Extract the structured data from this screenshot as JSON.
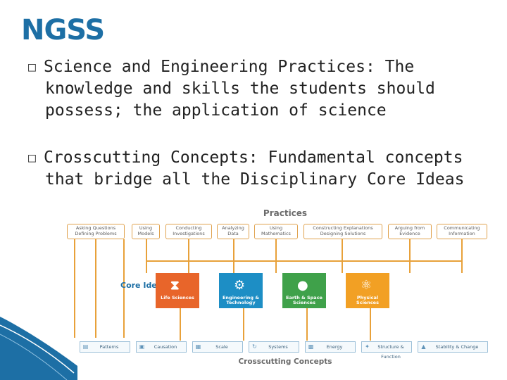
{
  "title": "NGSS",
  "bullets": [
    {
      "mark": "□",
      "text": "Science and Engineering Practices: The knowledge and skills the students should possess; the application of science"
    },
    {
      "mark": "□",
      "text": "Crosscutting Concepts: Fundamental concepts that bridge all the Disciplinary Core Ideas"
    }
  ],
  "infographic": {
    "practices_title": "Practices",
    "practices": [
      "Asking Questions Defining Problems",
      "Using Models",
      "Conducting Investigations",
      "Analyzing Data",
      "Using Mathematics",
      "Constructing Explanations Designing Solutions",
      "Arguing from Evidence",
      "Communicating Information"
    ],
    "core_label": "Core Ideas",
    "core_ideas": [
      {
        "label": "Life Sciences",
        "color": "#e8652a",
        "icon": "dna-icon"
      },
      {
        "label": "Engineering & Technology",
        "color": "#1d8ec5",
        "icon": "gears-icon"
      },
      {
        "label": "Earth & Space Sciences",
        "color": "#3fa14a",
        "icon": "globe-icon"
      },
      {
        "label": "Physical Sciences",
        "color": "#f2a024",
        "icon": "molecule-icon"
      }
    ],
    "crosscutting": [
      "Patterns",
      "Causation",
      "Scale",
      "Systems",
      "Energy",
      "Structure & Function",
      "Stability & Change"
    ],
    "crosscutting_title": "Crosscutting Concepts"
  },
  "colors": {
    "title": "#1d6fa5",
    "accent": "#e8a13a",
    "deco": "#1d6fa5"
  }
}
